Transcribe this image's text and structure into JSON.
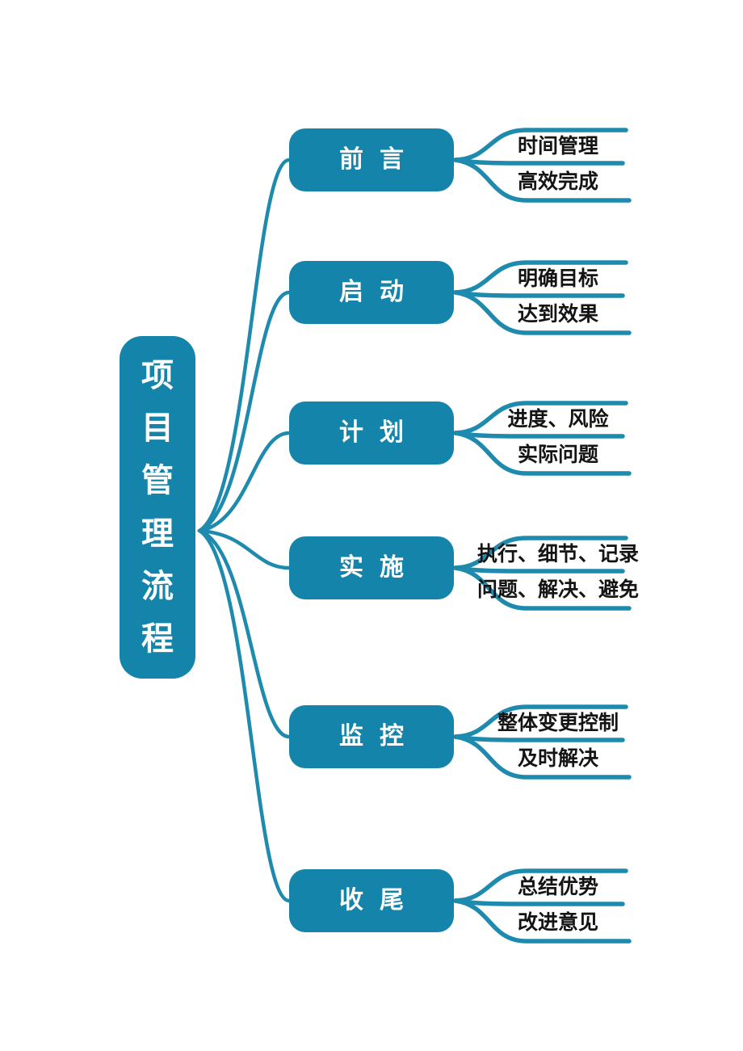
{
  "colors": {
    "background": "#ffffff",
    "node_fill": "#1484aa",
    "node_text": "#ffffff",
    "connector_line": "#1e8aae",
    "leaf_text": "#141414"
  },
  "mindmap": {
    "root": {
      "label": "项目管理流程"
    },
    "branches": [
      {
        "label": "前言",
        "children": [
          "时间管理",
          "高效完成"
        ]
      },
      {
        "label": "启动",
        "children": [
          "明确目标",
          "达到效果"
        ]
      },
      {
        "label": "计划",
        "children": [
          "进度、风险",
          "实际问题"
        ]
      },
      {
        "label": "实施",
        "children": [
          "执行、细节、记录",
          "问题、解决、避免"
        ]
      },
      {
        "label": "监控",
        "children": [
          "整体变更控制",
          "及时解决"
        ]
      },
      {
        "label": "收尾",
        "children": [
          "总结优势",
          "改进意见"
        ]
      }
    ]
  }
}
